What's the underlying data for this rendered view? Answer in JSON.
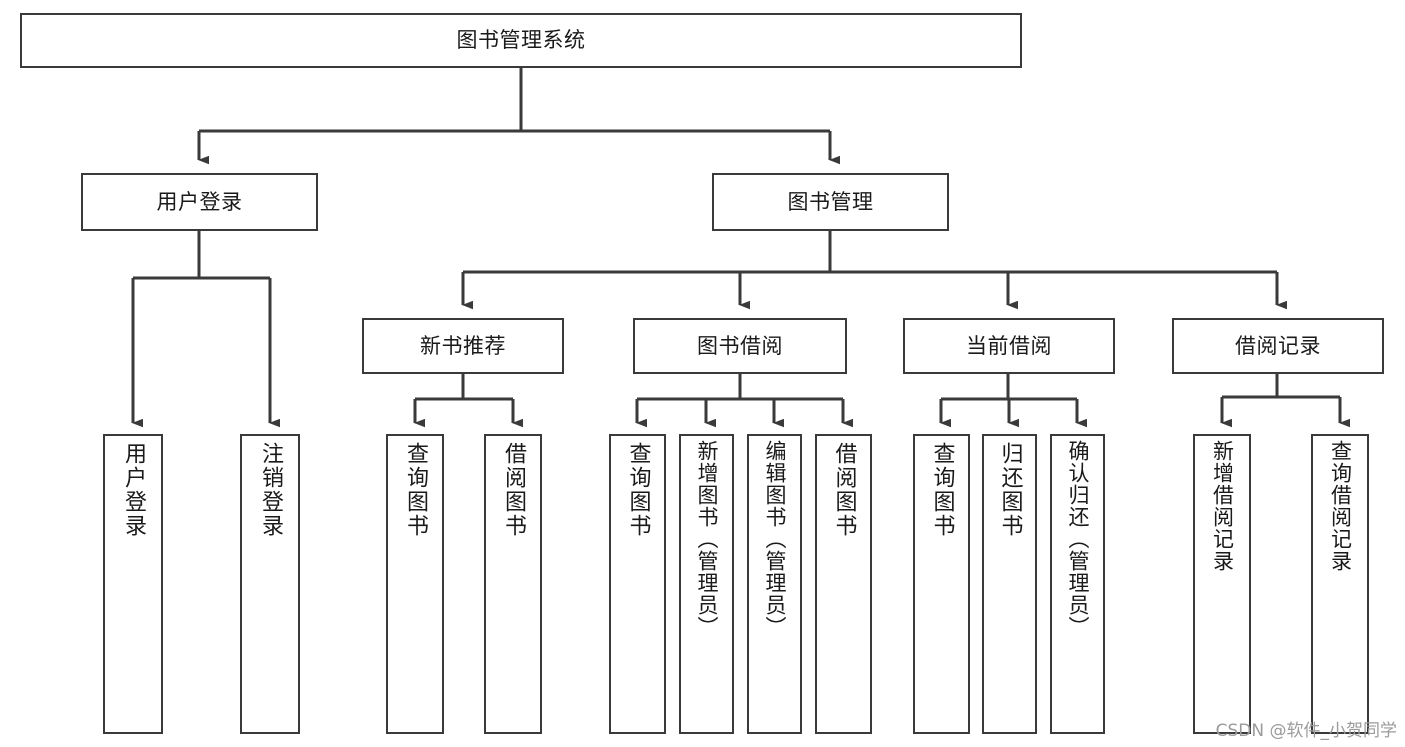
{
  "diagram": {
    "title": "图书管理系统",
    "type": "tree-hierarchy-chart",
    "colors": {
      "box_border": "#3a3a3a",
      "box_fill": "#ffffff",
      "connector": "#3a3a3a",
      "text": "#1a1a1a",
      "watermark": "#9b9b9b",
      "background": "#ffffff"
    },
    "watermark": "CSDN @软件_小贺同学",
    "nodes": {
      "root": {
        "label": "图书管理系统"
      },
      "level2": [
        {
          "id": "user-login",
          "label": "用户登录"
        },
        {
          "id": "book-manage",
          "label": "图书管理"
        }
      ],
      "level3": [
        {
          "id": "new-book-recommend",
          "label": "新书推荐"
        },
        {
          "id": "book-borrow",
          "label": "图书借阅"
        },
        {
          "id": "current-borrow",
          "label": "当前借阅"
        },
        {
          "id": "borrow-record",
          "label": "借阅记录"
        }
      ],
      "leaves": [
        {
          "id": "leaf-user-login",
          "label": "用户登录",
          "parent": "user-login"
        },
        {
          "id": "leaf-logout",
          "label": "注销登录",
          "parent": "user-login"
        },
        {
          "id": "leaf-query-book-1",
          "label": "查询图书",
          "parent": "new-book-recommend"
        },
        {
          "id": "leaf-borrow-book-1",
          "label": "借阅图书",
          "parent": "new-book-recommend"
        },
        {
          "id": "leaf-query-book-2",
          "label": "查询图书",
          "parent": "book-borrow"
        },
        {
          "id": "leaf-add-book",
          "label": "新增图书（管理员）",
          "parent": "book-borrow"
        },
        {
          "id": "leaf-edit-book",
          "label": "编辑图书（管理员）",
          "parent": "book-borrow"
        },
        {
          "id": "leaf-borrow-book-2",
          "label": "借阅图书",
          "parent": "book-borrow"
        },
        {
          "id": "leaf-query-book-3",
          "label": "查询图书",
          "parent": "current-borrow"
        },
        {
          "id": "leaf-return-book",
          "label": "归还图书",
          "parent": "current-borrow"
        },
        {
          "id": "leaf-confirm-return",
          "label": "确认归还（管理员）",
          "parent": "current-borrow"
        },
        {
          "id": "leaf-add-record",
          "label": "新增借阅记录",
          "parent": "borrow-record"
        },
        {
          "id": "leaf-query-record",
          "label": "查询借阅记录",
          "parent": "borrow-record"
        }
      ]
    }
  }
}
